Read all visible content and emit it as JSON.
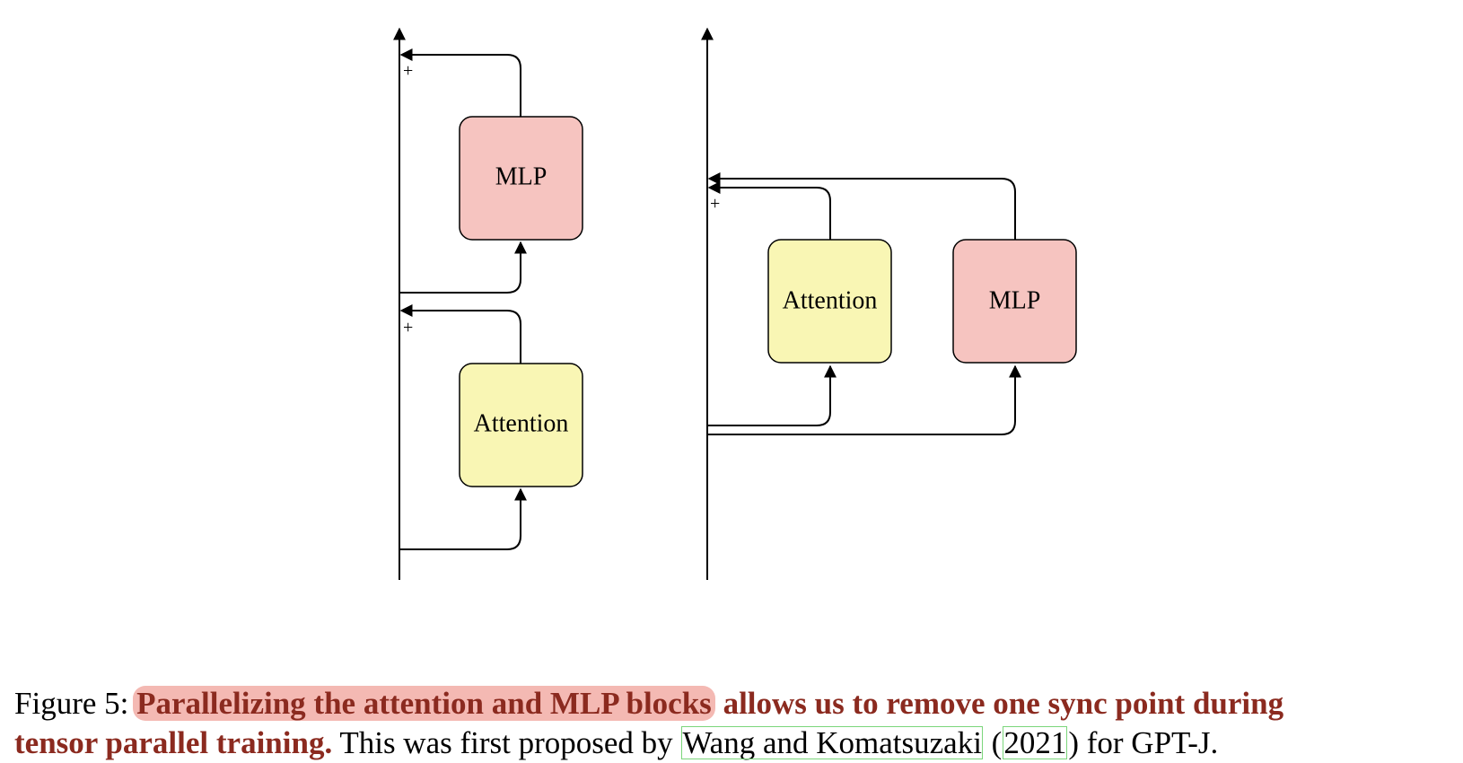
{
  "figure": {
    "left": {
      "mlp_label": "MLP",
      "attention_label": "Attention",
      "plus_top": "+",
      "plus_bottom": "+"
    },
    "right": {
      "attention_label": "Attention",
      "mlp_label": "MLP",
      "plus": "+"
    },
    "colors": {
      "mlp_fill": "#f6c4c0",
      "attention_fill": "#f9f6b4",
      "caption_bold": "#8b2a1f",
      "highlight": "#f4b9b3",
      "citation_box": "#7bd67b"
    }
  },
  "caption": {
    "prefix": "Figure 5: ",
    "bold_highlighted": "Parallelizing the attention and MLP blocks",
    "bold_rest_line1": " allows us to remove one sync point during",
    "bold_line2": "tensor parallel training.",
    "text1": " This was first proposed by ",
    "cite_authors": "Wang and Komatsuzaki",
    "paren_open": " (",
    "cite_year": "2021",
    "paren_close": ")",
    "text2": " for GPT-J."
  }
}
